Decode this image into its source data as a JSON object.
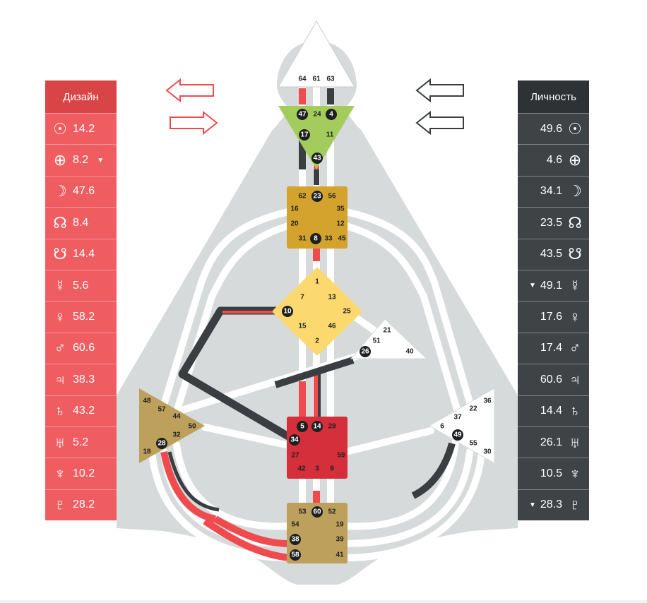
{
  "design": {
    "title": "Дизайн",
    "rows": [
      {
        "planet": "sun-icon",
        "glyph": "☉",
        "value": "14.2",
        "mark": ""
      },
      {
        "planet": "earth-icon",
        "glyph": "⊕",
        "value": "8.2",
        "mark": "▼"
      },
      {
        "planet": "moon-icon",
        "glyph": "☽",
        "value": "47.6",
        "mark": ""
      },
      {
        "planet": "north-node-icon",
        "glyph": "☊",
        "value": "8.4",
        "mark": ""
      },
      {
        "planet": "south-node-icon",
        "glyph": "☋",
        "value": "14.4",
        "mark": ""
      },
      {
        "planet": "mercury-icon",
        "glyph": "☿",
        "value": "5.6",
        "mark": ""
      },
      {
        "planet": "venus-icon",
        "glyph": "♀",
        "value": "58.2",
        "mark": ""
      },
      {
        "planet": "mars-icon",
        "glyph": "♂",
        "value": "60.6",
        "mark": ""
      },
      {
        "planet": "jupiter-icon",
        "glyph": "♃",
        "value": "38.3",
        "mark": ""
      },
      {
        "planet": "saturn-icon",
        "glyph": "♄",
        "value": "43.2",
        "mark": ""
      },
      {
        "planet": "uranus-icon",
        "glyph": "♅",
        "value": "5.2",
        "mark": ""
      },
      {
        "planet": "neptune-icon",
        "glyph": "♆",
        "value": "10.2",
        "mark": ""
      },
      {
        "planet": "pluto-icon",
        "glyph": "♇",
        "value": "28.2",
        "mark": ""
      }
    ]
  },
  "personality": {
    "title": "Личность",
    "rows": [
      {
        "planet": "sun-icon",
        "glyph": "☉",
        "value": "49.6",
        "mark": ""
      },
      {
        "planet": "earth-icon",
        "glyph": "⊕",
        "value": "4.6",
        "mark": ""
      },
      {
        "planet": "moon-icon",
        "glyph": "☽",
        "value": "34.1",
        "mark": ""
      },
      {
        "planet": "north-node-icon",
        "glyph": "☊",
        "value": "23.5",
        "mark": ""
      },
      {
        "planet": "south-node-icon",
        "glyph": "☋",
        "value": "43.5",
        "mark": ""
      },
      {
        "planet": "mercury-icon",
        "glyph": "☿",
        "value": "49.1",
        "mark": "▼"
      },
      {
        "planet": "venus-icon",
        "glyph": "♀",
        "value": "17.6",
        "mark": ""
      },
      {
        "planet": "mars-icon",
        "glyph": "♂",
        "value": "17.4",
        "mark": ""
      },
      {
        "planet": "jupiter-icon",
        "glyph": "♃",
        "value": "60.6",
        "mark": ""
      },
      {
        "planet": "saturn-icon",
        "glyph": "♄",
        "value": "14.4",
        "mark": ""
      },
      {
        "planet": "uranus-icon",
        "glyph": "♅",
        "value": "26.1",
        "mark": ""
      },
      {
        "planet": "neptune-icon",
        "glyph": "♆",
        "value": "10.5",
        "mark": ""
      },
      {
        "planet": "pluto-icon",
        "glyph": "♇",
        "value": "28.3",
        "mark": "▼"
      }
    ]
  },
  "colors": {
    "design": "#ef5d61",
    "design_header": "#d94447",
    "personality": "#3f4346",
    "personality_header": "#2e3235",
    "silhouette": "#d7dadb",
    "head": "#ffffff",
    "ajna": "#a3cc5d",
    "throat": "#d4a32e",
    "g_center": "#fcd96e",
    "ego": "#ffffff",
    "sacral": "#d42f3b",
    "spleen": "#bca05b",
    "solar_plexus": "#ffffff",
    "root": "#bca05b"
  },
  "centers": {
    "head": {
      "gates": [
        "64",
        "61",
        "63"
      ]
    },
    "ajna": {
      "gates": [
        "47",
        "24",
        "4",
        "17",
        "11",
        "43"
      ]
    },
    "throat": {
      "gates": [
        "62",
        "23",
        "56",
        "16",
        "35",
        "20",
        "12",
        "31",
        "8",
        "33",
        "45"
      ]
    },
    "g": {
      "gates": [
        "1",
        "7",
        "13",
        "10",
        "25",
        "15",
        "46",
        "2"
      ]
    },
    "ego": {
      "gates": [
        "21",
        "51",
        "26",
        "40"
      ]
    },
    "spleen": {
      "gates": [
        "48",
        "57",
        "44",
        "50",
        "32",
        "28",
        "18"
      ]
    },
    "sacral": {
      "gates": [
        "5",
        "14",
        "29",
        "34",
        "27",
        "59",
        "42",
        "3",
        "9"
      ]
    },
    "solar_plexus": {
      "gates": [
        "36",
        "22",
        "37",
        "6",
        "49",
        "55",
        "30"
      ]
    },
    "root": {
      "gates": [
        "53",
        "60",
        "52",
        "54",
        "19",
        "38",
        "39",
        "58",
        "41"
      ]
    }
  }
}
